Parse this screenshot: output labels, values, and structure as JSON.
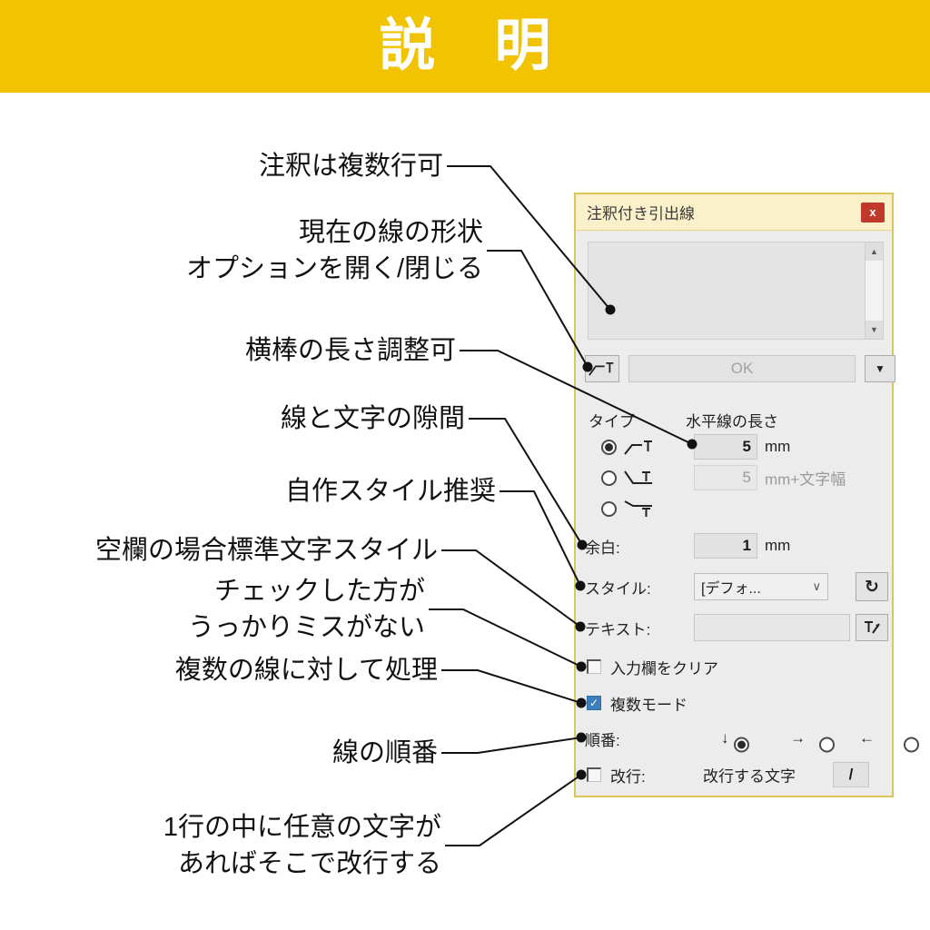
{
  "banner": {
    "title": "説明"
  },
  "annotations": [
    {
      "lines": [
        "注釈は複数行可"
      ]
    },
    {
      "lines": [
        "現在の線の形状",
        "オプションを開く/閉じる"
      ]
    },
    {
      "lines": [
        "横棒の長さ調整可"
      ]
    },
    {
      "lines": [
        "線と文字の隙間"
      ]
    },
    {
      "lines": [
        "自作スタイル推奨"
      ]
    },
    {
      "lines": [
        "空欄の場合標準文字スタイル"
      ]
    },
    {
      "lines": [
        "チェックした方が",
        "うっかりミスがない"
      ]
    },
    {
      "lines": [
        "複数の線に対して処理"
      ]
    },
    {
      "lines": [
        "線の順番"
      ]
    },
    {
      "lines": [
        "1行の中に任意の文字が",
        "あればそこで改行する"
      ]
    }
  ],
  "dialog": {
    "title": "注釈付き引出線",
    "close": "x",
    "scroll_up": "▲",
    "scroll_down": "▼",
    "ok": "OK",
    "expand": "▼",
    "type_label": "タイプ",
    "hlen_label": "水平線の長さ",
    "len_value": "5",
    "len_unit": "mm",
    "len2_value": "5",
    "len2_unit": "mm+文字幅",
    "margin_label": "余白:",
    "margin_value": "1",
    "margin_unit": "mm",
    "style_label": "スタイル:",
    "style_value": "[デフォ...",
    "style_chevron": "∨",
    "refresh": "↻",
    "text_label": "テキスト:",
    "text_value": "",
    "clear_label": "入力欄をクリア",
    "multi_label": "複数モード",
    "check_glyph": "✓",
    "order_label": "順番:",
    "order_down": "↓",
    "order_right": "→",
    "order_left": "←",
    "newline_label": "改行:",
    "newline_char_label": "改行する文字",
    "newline_value": "/"
  },
  "colors": {
    "banner_bg": "#F2C300",
    "banner_fg": "#FFFFFF",
    "close_bg": "#C0392B",
    "checkbox_checked_bg": "#3D7EBB",
    "dialog_title_bg": "#FAF1CB"
  }
}
